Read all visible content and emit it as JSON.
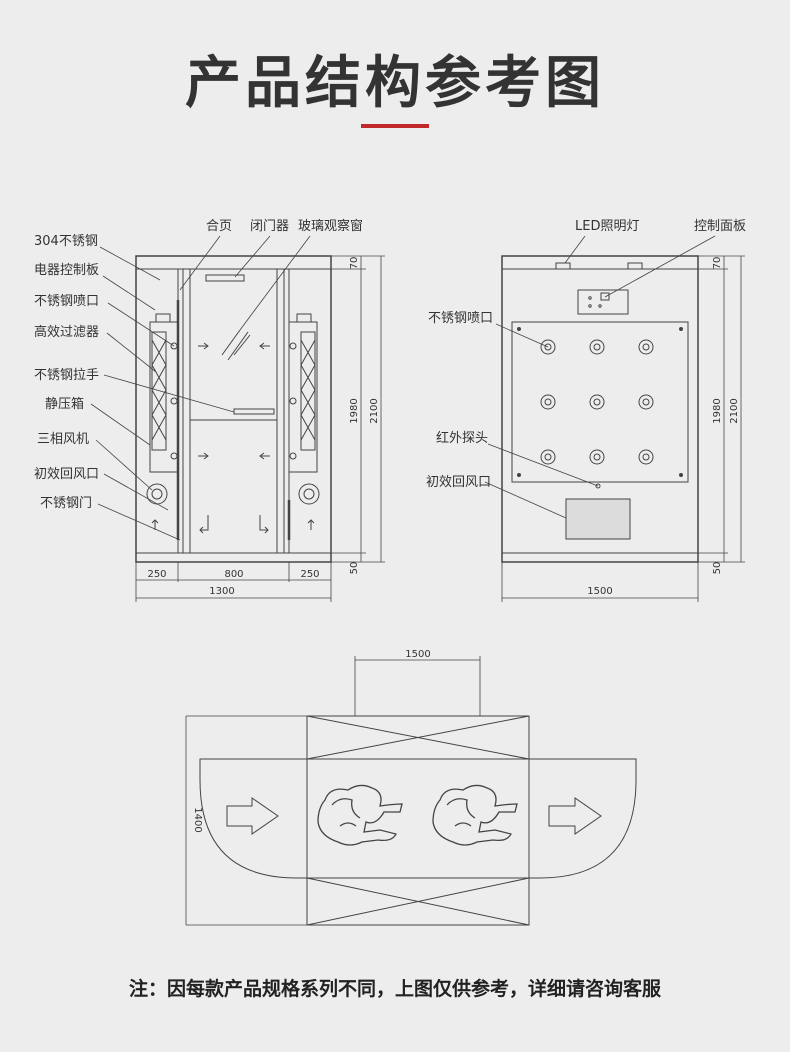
{
  "title": "产品结构参考图",
  "accent_color": "#c0282a",
  "front_view": {
    "labels": {
      "steel304": "304不锈钢",
      "control_board": "电器控制板",
      "nozzle": "不锈钢喷口",
      "hepa": "高效过滤器",
      "handle": "不锈钢拉手",
      "plenum": "静压箱",
      "fan": "三相风机",
      "return_vent": "初效回风口",
      "door": "不锈钢门",
      "hinge": "合页",
      "closer": "闭门器",
      "window": "玻璃观察窗"
    },
    "dims": {
      "top": "70",
      "middle": "1980",
      "bottom": "50",
      "total_h": "2100",
      "left": "250",
      "center": "800",
      "right": "250",
      "total_w": "1300"
    }
  },
  "side_view": {
    "labels": {
      "led": "LED照明灯",
      "panel": "控制面板",
      "nozzle": "不锈钢喷口",
      "sensor": "红外探头",
      "return_vent": "初效回风口"
    },
    "dims": {
      "top": "70",
      "middle": "1980",
      "bottom": "50",
      "total_h": "2100",
      "width": "1500"
    }
  },
  "top_view": {
    "dims": {
      "width": "1500",
      "depth": "1400"
    }
  },
  "note": "注：因每款产品规格系列不同，上图仅供参考，详细请咨询客服"
}
